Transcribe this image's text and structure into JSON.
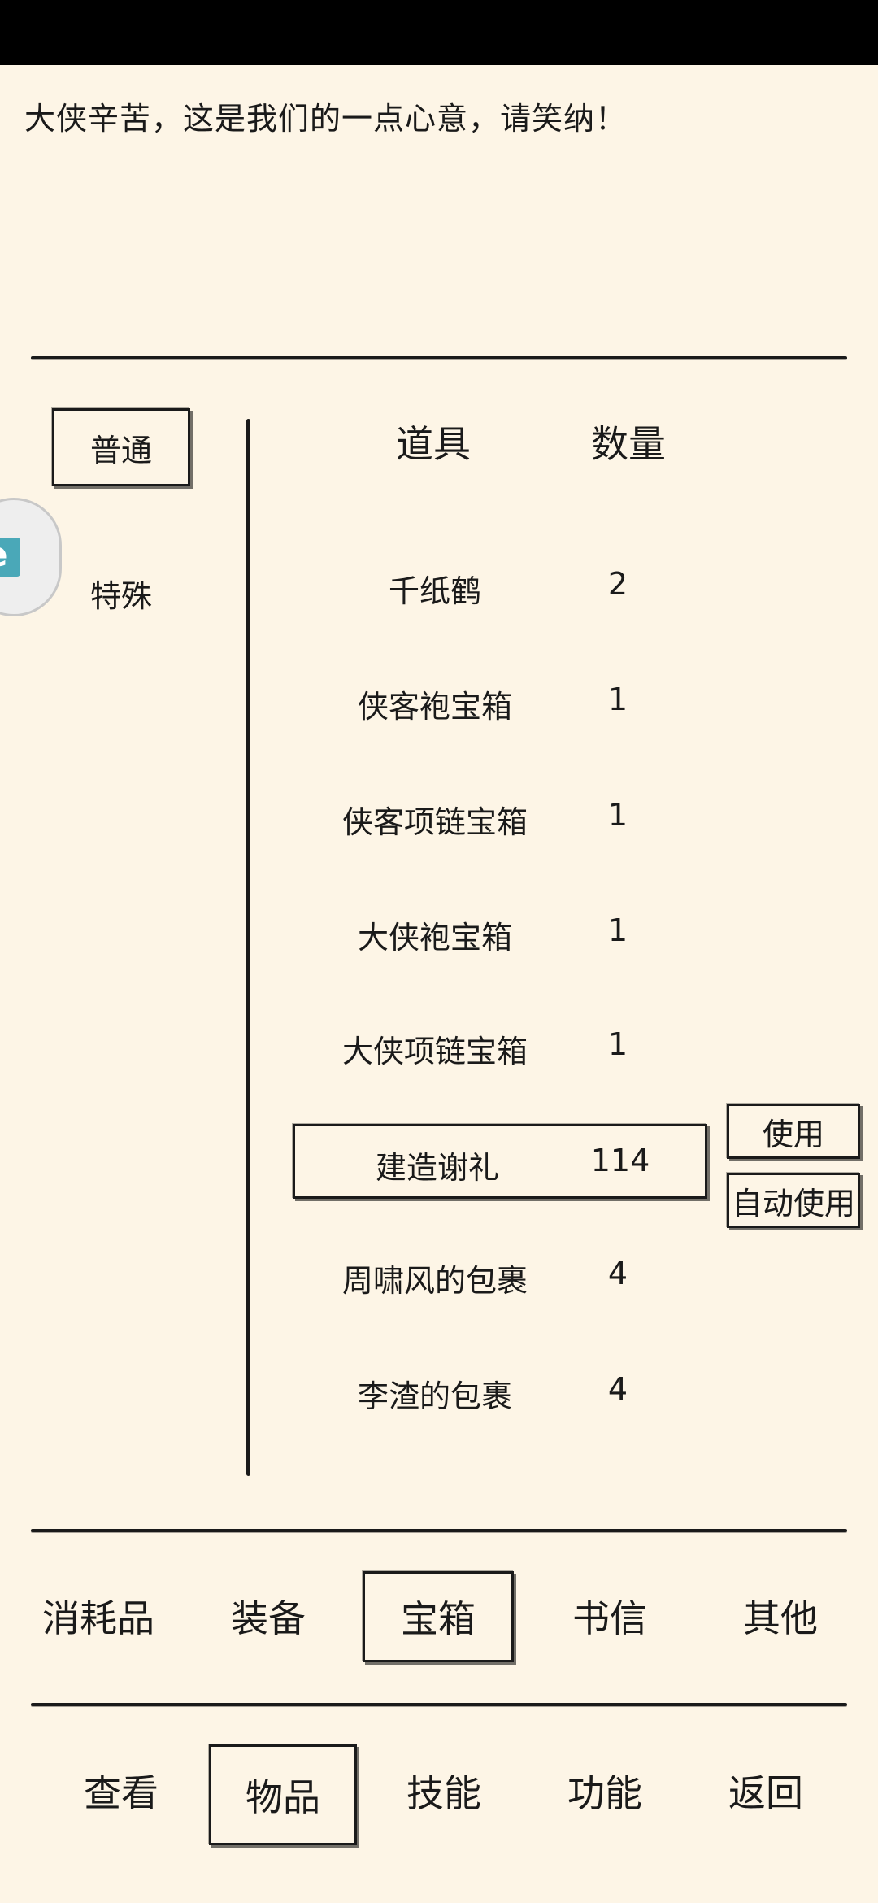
{
  "message": "大侠辛苦，这是我们的一点心意，请笑纳！",
  "subtabs": {
    "normal": "普通",
    "special": "特殊"
  },
  "headers": {
    "item": "道具",
    "quantity": "数量"
  },
  "items": [
    {
      "name": "千纸鹤",
      "qty": "2"
    },
    {
      "name": "侠客袍宝箱",
      "qty": "1"
    },
    {
      "name": "侠客项链宝箱",
      "qty": "1"
    },
    {
      "name": "大侠袍宝箱",
      "qty": "1"
    },
    {
      "name": "大侠项链宝箱",
      "qty": "1"
    },
    {
      "name": "建造谢礼",
      "qty": "114"
    },
    {
      "name": "周啸风的包裹",
      "qty": "4"
    },
    {
      "name": "李渣的包裹",
      "qty": "4"
    }
  ],
  "actions": {
    "use": "使用",
    "auto_use": "自动使用"
  },
  "categories": [
    "消耗品",
    "装备",
    "宝箱",
    "书信",
    "其他"
  ],
  "nav": [
    "查看",
    "物品",
    "技能",
    "功能",
    "返回"
  ],
  "float_icon_text": "e"
}
